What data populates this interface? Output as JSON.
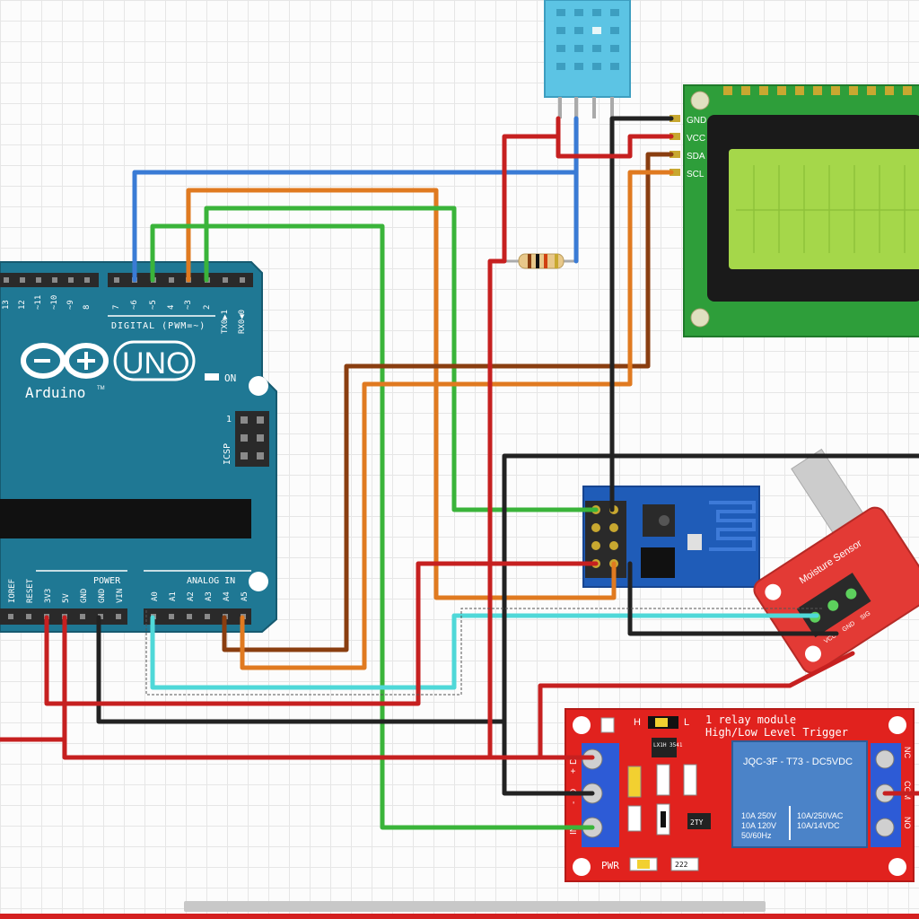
{
  "arduino": {
    "brand": "Arduino",
    "tm": "TM",
    "model": "UNO",
    "on_label": "ON",
    "digital_label": "DIGITAL (PWM=~)",
    "digital_pins": [
      "13",
      "12",
      "~11",
      "~10",
      "~9",
      "8",
      "7",
      "~6",
      "~5",
      "4",
      "~3",
      "2",
      "TX0▶1",
      "RX0◀0"
    ],
    "icsp_label": "ICSP",
    "icsp_pin1": "1",
    "power_label": "POWER",
    "power_pins": [
      "IOREF",
      "RESET",
      "3V3",
      "5V",
      "GND",
      "GND",
      "VIN"
    ],
    "analog_label": "ANALOG IN",
    "analog_pins": [
      "A0",
      "A1",
      "A2",
      "A3",
      "A4",
      "A5"
    ]
  },
  "lcd": {
    "pins": [
      "GND",
      "VCC",
      "SDA",
      "SCL"
    ]
  },
  "moisture_sensor": {
    "label": "Moisture Sensor",
    "pins": [
      "VCC",
      "GND",
      "SIG"
    ]
  },
  "relay": {
    "title_line1": "1 relay module",
    "title_line2": "High/Low Level Trigger",
    "jumper_h": "H",
    "jumper_l": "L",
    "chip_text": "LX1H 3541",
    "relay_model": "JQC-3F - T73 - DC5VDC",
    "rating_left": [
      "10A 250V",
      "10A 120V",
      "50/60Hz"
    ],
    "rating_right": [
      "10A/250VAC",
      "10A/14VDC"
    ],
    "pwr_label": "PWR",
    "resistor_label": "222",
    "transistor_label": "2TY",
    "input_pins": [
      "D",
      "+",
      "D",
      "-",
      "IN"
    ],
    "output_pins": [
      "NC",
      "COM",
      "NO"
    ]
  },
  "colors": {
    "arduino_board": "#1f7894",
    "lcd_board": "#2e9e3a",
    "lcd_screen": "#a5d74a",
    "esp_board": "#1f5cb8",
    "relay_board": "#e1221e",
    "sensor_board": "#e33a35",
    "dht_sensor": "#5cc4e4",
    "wire_red": "#c62020",
    "wire_black": "#222222",
    "wire_blue": "#3a7bd5",
    "wire_green": "#3ab43a",
    "wire_orange": "#e07a20",
    "wire_brown": "#8a3e10",
    "wire_cyan": "#4fd8d8"
  }
}
